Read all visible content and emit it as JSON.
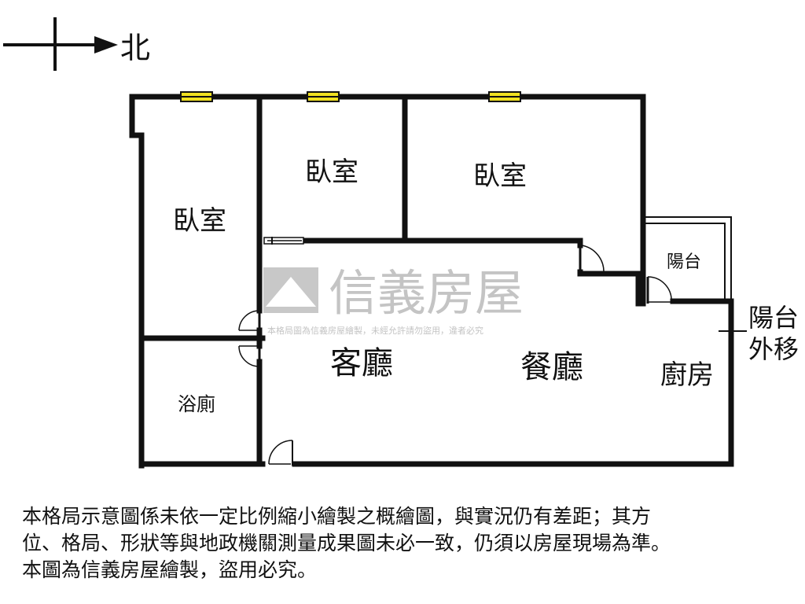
{
  "compass": {
    "label": "北"
  },
  "rooms": {
    "bedroom_left": "臥室",
    "bedroom_middle": "臥室",
    "bedroom_right": "臥室",
    "balcony": "陽台",
    "bathroom": "浴廁",
    "living_room": "客廳",
    "dining_room": "餐廳",
    "kitchen": "廚房"
  },
  "annotation": {
    "line1": "陽台",
    "line2": "外移"
  },
  "watermark": {
    "brand": "信義房屋",
    "notice": "本格局圖為信義房屋繪製，未經允許請勿盜用，違者必究"
  },
  "disclaimer": {
    "line1": "本格局示意圖係未依一定比例縮小繪製之概繪圖，與實況仍有差距；其方",
    "line2": "位、格局、形狀等與地政機關測量成果圖未必一致，仍須以房屋現場為準。",
    "line3": "本圖為信義房屋繪製，盜用必究。"
  },
  "colors": {
    "wall": "#111111",
    "window": "#f0e020",
    "watermark": "#c4c4c4"
  }
}
